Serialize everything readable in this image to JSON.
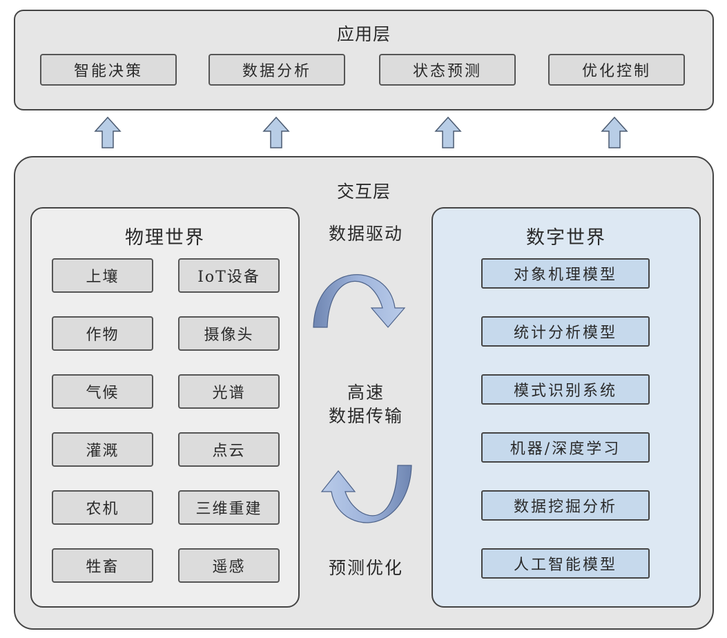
{
  "application_layer": {
    "title": "应用层",
    "items": [
      {
        "label": "智能决策"
      },
      {
        "label": "数据分析"
      },
      {
        "label": "状态预测"
      },
      {
        "label": "优化控制"
      }
    ],
    "arrow_icon": "up-arrow-icon"
  },
  "interaction_layer": {
    "title": "交互层",
    "physical_world": {
      "title": "物理世界",
      "items": [
        {
          "label": "上壤"
        },
        {
          "label": "IoT设备"
        },
        {
          "label": "作物"
        },
        {
          "label": "摄像头"
        },
        {
          "label": "气候"
        },
        {
          "label": "光谱"
        },
        {
          "label": "灌溉"
        },
        {
          "label": "点云"
        },
        {
          "label": "农机"
        },
        {
          "label": "三维重建"
        },
        {
          "label": "牲畜"
        },
        {
          "label": "遥感"
        }
      ]
    },
    "middle": {
      "top_label": "数据驱动",
      "center_label_line1": "高速",
      "center_label_line2": "数据传输",
      "bottom_label": "预测优化"
    },
    "digital_world": {
      "title": "数字世界",
      "items": [
        {
          "label": "对象机理模型"
        },
        {
          "label": "统计分析模型"
        },
        {
          "label": "模式识别系统"
        },
        {
          "label": "机器/深度学习"
        },
        {
          "label": "数据挖掘分析"
        },
        {
          "label": "人工智能模型"
        }
      ]
    }
  },
  "colors": {
    "layer_bg": "#e6e6e6",
    "gray_box": "#dcdcdc",
    "digital_bg": "#dde8f3",
    "digital_box": "#c6d9ec",
    "arrow_fill": "#b8cde6",
    "cycle_arrow": "#8fa7cf"
  }
}
